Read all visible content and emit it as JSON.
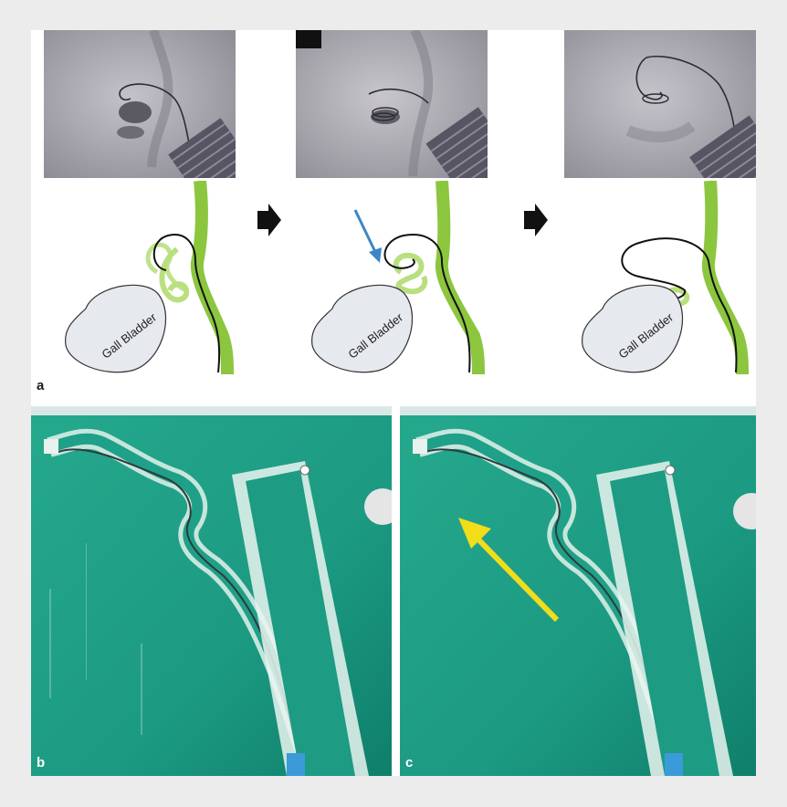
{
  "figure": {
    "panel_labels": {
      "a": "a",
      "b": "b",
      "c": "c"
    },
    "gallbladder_label": "Gall Bladder",
    "colors": {
      "duct_green": "#8cc63f",
      "wire_light_green": "#b8e07e",
      "gallbladder_fill": "#e6e9ee",
      "blue_arrow": "#3d86c6",
      "yellow_arrow": "#f2dd1b",
      "model_teal": "#1f9e86",
      "xray_gray": "#a9a8b0"
    },
    "icons": [
      "right-arrow-icon",
      "blue-arrow-icon",
      "yellow-arrow-icon"
    ]
  }
}
